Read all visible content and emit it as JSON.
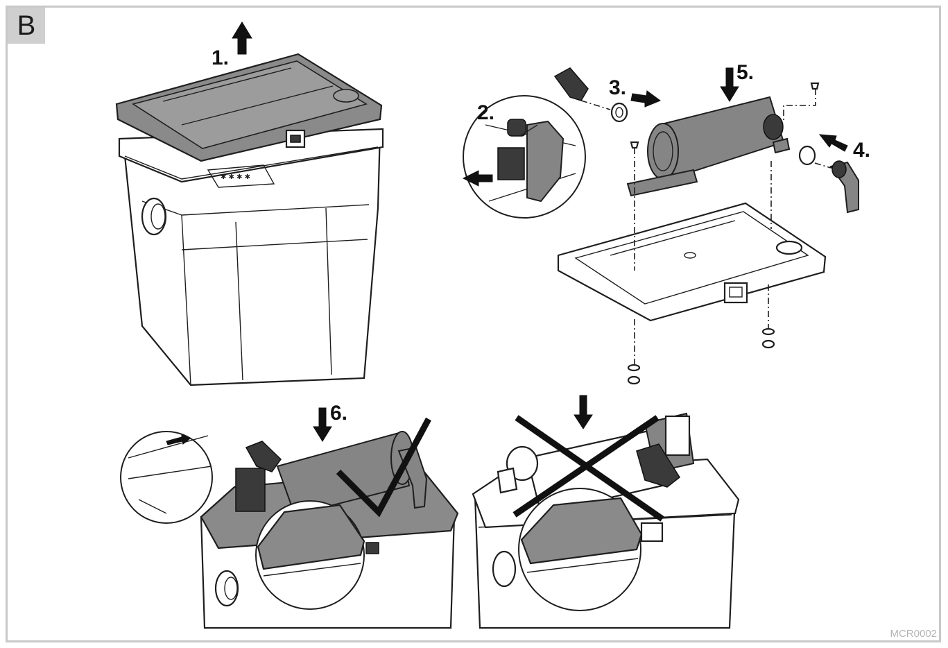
{
  "panel": {
    "label": "B",
    "reference_code": "MCR0002"
  },
  "steps": [
    {
      "label": "1."
    },
    {
      "label": "2."
    },
    {
      "label": "3."
    },
    {
      "label": "4."
    },
    {
      "label": "5."
    },
    {
      "label": "6."
    }
  ],
  "icons": {
    "correct": "check-mark-icon",
    "incorrect": "cross-mark-icon"
  }
}
